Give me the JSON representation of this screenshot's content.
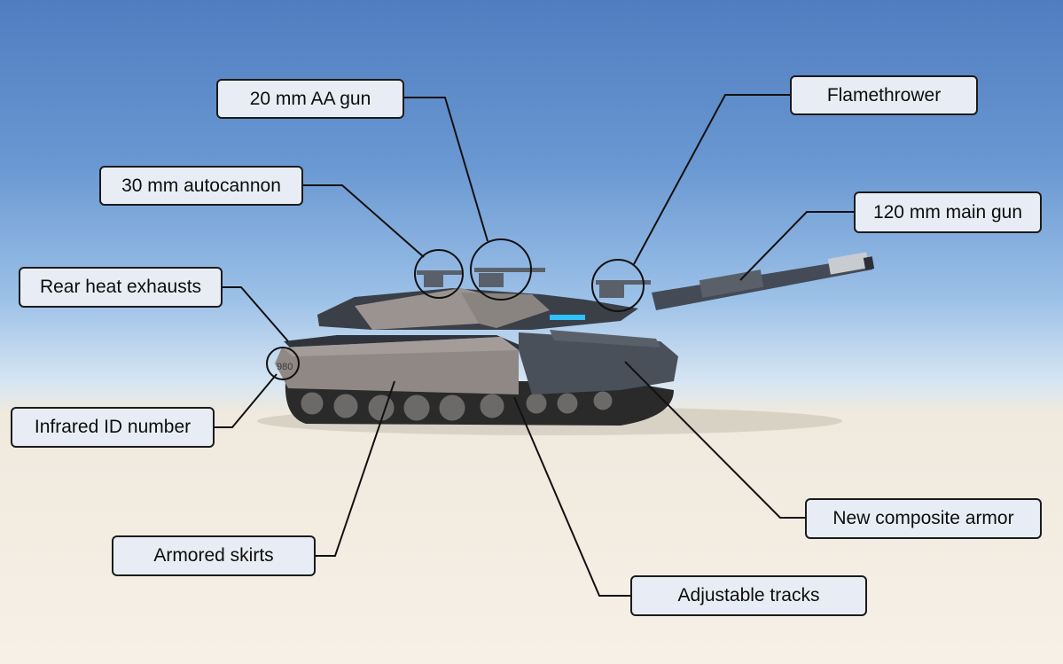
{
  "callouts": {
    "aa_gun": "20 mm AA gun",
    "flamethrower": "Flamethrower",
    "autocannon": "30 mm autocannon",
    "main_gun": "120 mm main gun",
    "rear_exhausts": "Rear heat exhausts",
    "infrared_id": "Infrared ID number",
    "armored_skirts": "Armored skirts",
    "composite_armor": "New composite armor",
    "adjustable_tracks": "Adjustable tracks"
  },
  "hull_marking": "980",
  "colors": {
    "sky_top": "#4f7dc0",
    "ground": "#f3ece1",
    "hull": "#8f8885",
    "dark_armor": "#3a3f48",
    "label_fill": "#e8edf5",
    "accent_light": "#2ec0ff"
  }
}
